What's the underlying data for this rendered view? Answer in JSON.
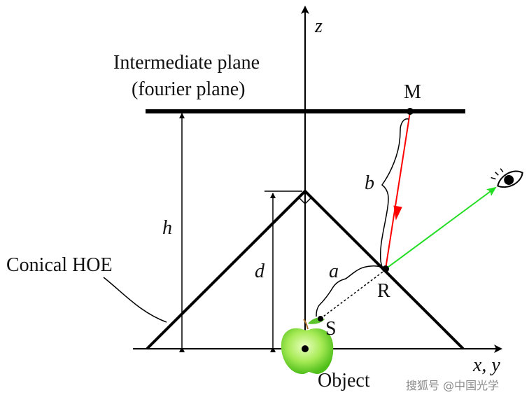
{
  "labels": {
    "z_axis": "z",
    "xy_axis": "x, y",
    "plane_line1": "Intermediate plane",
    "plane_line2": "(fourier plane)",
    "point_m": "M",
    "point_r": "R",
    "point_s": "S",
    "dim_h": "h",
    "dim_d": "d",
    "dim_a": "a",
    "dim_b": "b",
    "conical_hoe": "Conical HOE",
    "object": "Object"
  },
  "watermark": "搜狐号 @中国光学",
  "colors": {
    "line": "#000000",
    "ray_mr": "#ff0000",
    "ray_view": "#22dd22",
    "apple_light": "#c8f58a",
    "apple_dark": "#4fbf1a"
  }
}
